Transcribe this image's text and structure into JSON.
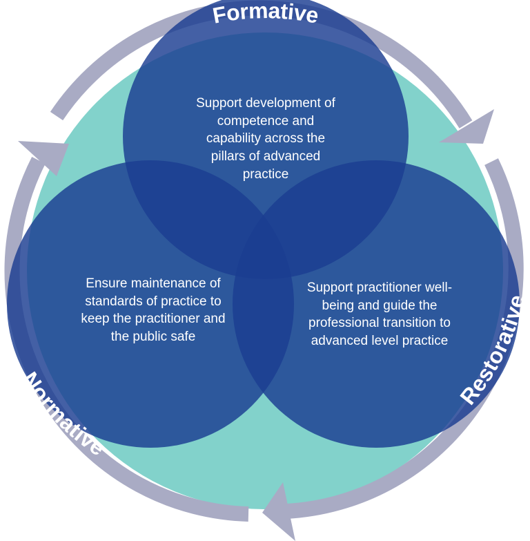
{
  "colors": {
    "background_disc": "#82d2cb",
    "ring": "#a9abc4",
    "circle_fill": "#1b3d91",
    "text": "#ffffff"
  },
  "labels": {
    "formative": "Formative",
    "restorative": "Restorative",
    "normative": "Normative"
  },
  "circles": {
    "formative": [
      "Support development of",
      "competence and",
      "capability across the",
      "pillars of advanced",
      "practice"
    ],
    "normative": [
      "Ensure maintenance of",
      "standards of practice to",
      "keep the practitioner and",
      "the public safe"
    ],
    "restorative": [
      "Support practitioner well-",
      "being and guide the",
      "professional transition to",
      "advanced level practice"
    ]
  }
}
